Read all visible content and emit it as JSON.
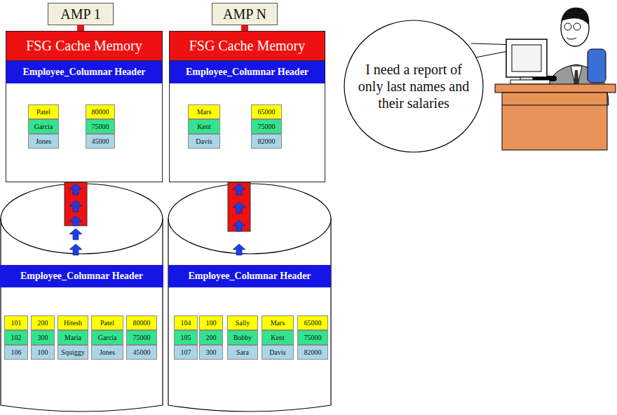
{
  "diagram": {
    "nodes": [
      {
        "text": [
          "AMP 1"
        ]
      },
      {
        "text": [
          "FSG Cache Memory"
        ]
      },
      {
        "text": [
          "Employee_Columnar Header"
        ],
        "in": 1
      },
      {
        "text": [
          "Patel"
        ],
        "in": 1
      },
      {
        "text": [
          "Garcia"
        ],
        "in": 1
      },
      {
        "text": [
          "Jones"
        ],
        "in": 1
      },
      {
        "text": [
          "80000"
        ],
        "in": 1
      },
      {
        "text": [
          "75000"
        ],
        "in": 1
      },
      {
        "text": [
          "45000"
        ],
        "in": 1
      },
      {
        "text": [
          "AMP N"
        ]
      },
      {
        "text": [
          "FSG Cache Memory"
        ]
      },
      {
        "text": [
          "Employee_Columnar Header"
        ],
        "in": 10
      },
      {
        "text": [
          "Mars"
        ],
        "in": 10
      },
      {
        "text": [
          "Kent"
        ],
        "in": 10
      },
      {
        "text": [
          "Davis"
        ],
        "in": 10
      },
      {
        "text": [
          "65000"
        ],
        "in": 10
      },
      {
        "text": [
          "75000"
        ],
        "in": 10
      },
      {
        "text": [
          "82000"
        ],
        "in": 10
      },
      {
        "text": [
          "Employee_Columnar Header"
        ]
      },
      {
        "text": [
          "101"
        ]
      },
      {
        "text": [
          "102"
        ]
      },
      {
        "text": [
          "106"
        ]
      },
      {
        "text": [
          "200"
        ]
      },
      {
        "text": [
          "300"
        ]
      },
      {
        "text": [
          "100"
        ]
      },
      {
        "text": [
          "Hitesh"
        ]
      },
      {
        "text": [
          "Maria"
        ]
      },
      {
        "text": [
          "Squiggy"
        ]
      },
      {
        "text": [
          "Patel"
        ]
      },
      {
        "text": [
          "Garcia"
        ]
      },
      {
        "text": [
          "Jones"
        ]
      },
      {
        "text": [
          "80000"
        ]
      },
      {
        "text": [
          "75000"
        ]
      },
      {
        "text": [
          "45000"
        ]
      },
      {
        "text": [
          "Employee_Columnar Header"
        ]
      },
      {
        "text": [
          "104"
        ]
      },
      {
        "text": [
          "105"
        ]
      },
      {
        "text": [
          "107"
        ]
      },
      {
        "text": [
          "100"
        ]
      },
      {
        "text": [
          "200"
        ]
      },
      {
        "text": [
          "300"
        ]
      },
      {
        "text": [
          "Sally"
        ]
      },
      {
        "text": [
          "Bobby"
        ]
      },
      {
        "text": [
          "Sara"
        ]
      },
      {
        "text": [
          "Mars"
        ]
      },
      {
        "text": [
          "Kent"
        ]
      },
      {
        "text": [
          "Davis"
        ]
      },
      {
        "text": [
          "65000"
        ]
      },
      {
        "text": [
          "75000"
        ]
      },
      {
        "text": [
          "82000"
        ]
      },
      {
        "text": [
          "I need a report of only last names and their salaries"
        ]
      }
    ],
    "edges": [
      {
        "from": 0,
        "to": 1,
        "arrow": "none"
      },
      {
        "from": 9,
        "to": 10,
        "arrow": "none"
      }
    ]
  }
}
